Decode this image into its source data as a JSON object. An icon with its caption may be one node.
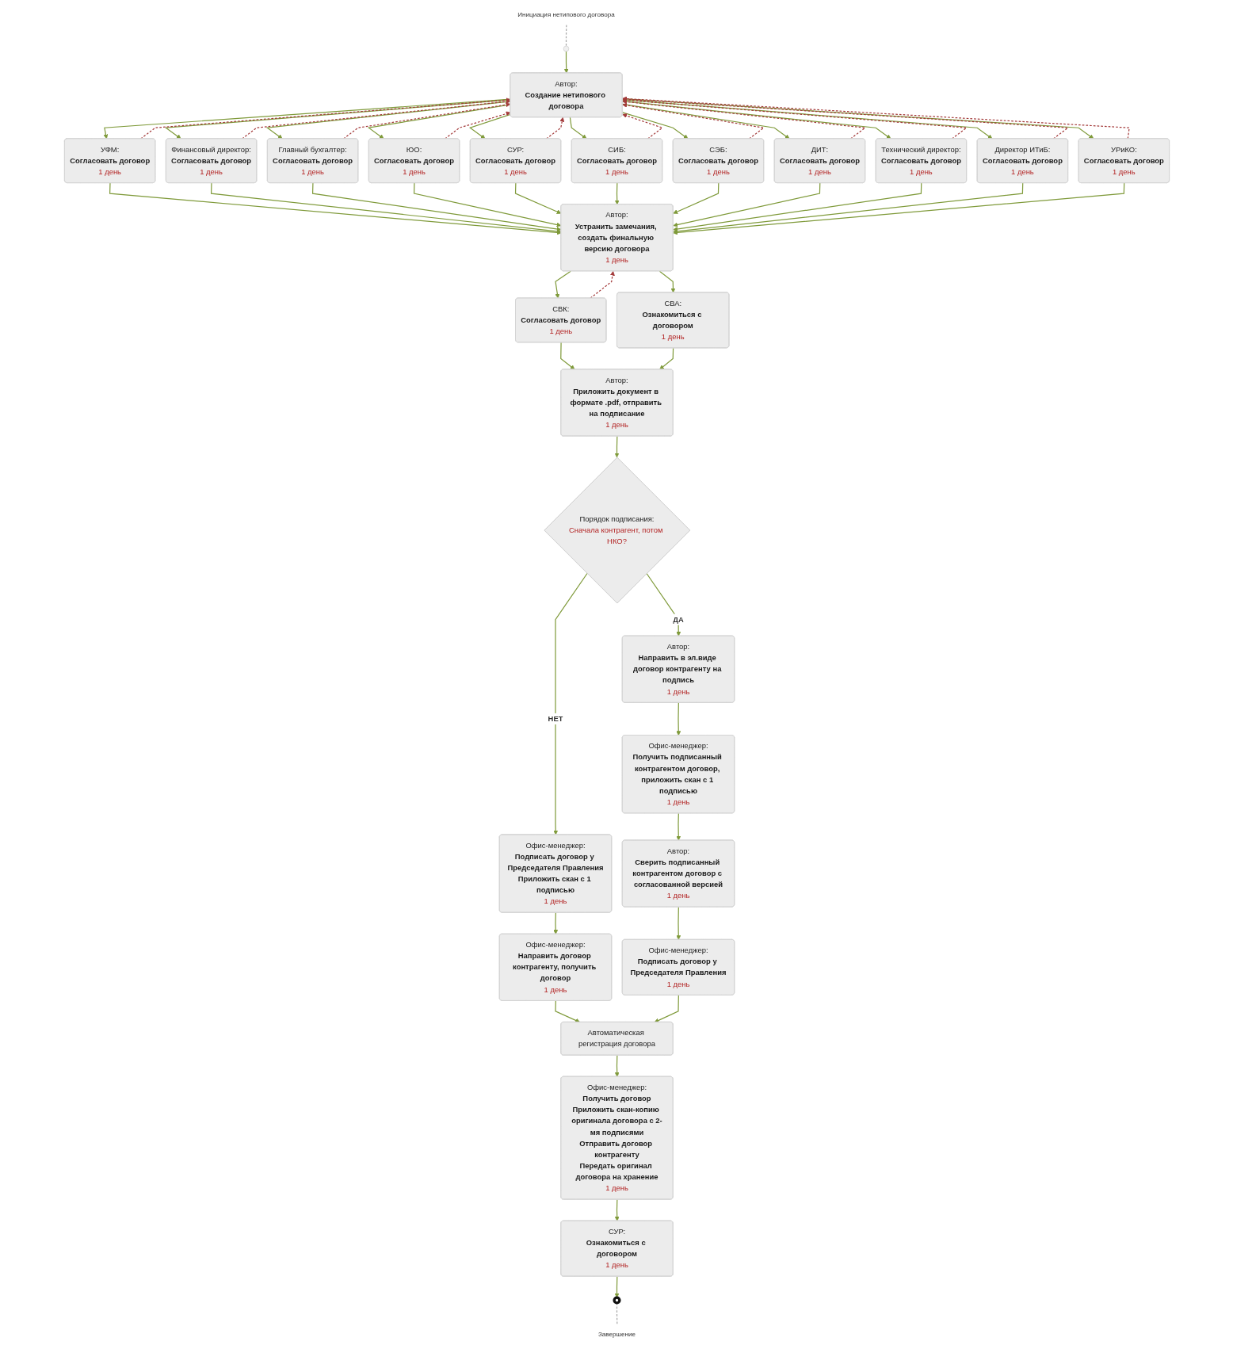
{
  "diagram": {
    "nodes": [
      {
        "text": [],
        "shape": "circle"
      },
      {
        "text": [
          "Инициация нетипового договора"
        ]
      },
      {
        "text": [
          "Автор:",
          "Создание нетипового договора"
        ]
      },
      {
        "text": [
          "УФМ:",
          "Согласовать договор",
          "1 день"
        ]
      },
      {
        "text": [
          "Финансовый директор:",
          "Согласовать договор",
          "1 день"
        ]
      },
      {
        "text": [
          "Главный бухгалтер:",
          "Согласовать договор",
          "1 день"
        ]
      },
      {
        "text": [
          "ЮО:",
          "Согласовать договор",
          "1 день"
        ]
      },
      {
        "text": [
          "СУР:",
          "Согласовать договор",
          "1 день"
        ]
      },
      {
        "text": [
          "СИБ:",
          "Согласовать договор",
          "1 день"
        ]
      },
      {
        "text": [
          "СЭБ:",
          "Согласовать договор",
          "1 день"
        ]
      },
      {
        "text": [
          "ДИТ:",
          "Согласовать договор",
          "1 день"
        ]
      },
      {
        "text": [
          "Технический директор:",
          "Согласовать договор",
          "1 день"
        ]
      },
      {
        "text": [
          "Директор ИТиБ:",
          "Согласовать договор",
          "1 день"
        ]
      },
      {
        "text": [
          "УРиКО:",
          "Согласовать договор",
          "1 день"
        ]
      },
      {
        "text": [
          "Автор:",
          "Устранить замечания, создать финальную версию договора",
          "1 день"
        ]
      },
      {
        "text": [
          "СВК:",
          "Согласовать договор",
          "1 день"
        ]
      },
      {
        "text": [
          "СВА:",
          "Ознакомиться с договором",
          "1 день"
        ]
      },
      {
        "text": [
          "Автор:",
          "Приложить документ в формате .pdf, отправить на подписание",
          "1 день"
        ]
      },
      {
        "text": [
          "Порядок подписания:",
          "Сначала контрагент, потом НКО?"
        ]
      },
      {
        "text": [
          "Офис-менеджер:",
          "Подписать договор у Председателя Правления",
          "Приложить скан с 1 подписью",
          "1 день"
        ]
      },
      {
        "text": [
          "Офис-менеджер:",
          "Направить договор контрагенту, получить договор",
          "1 день"
        ]
      },
      {
        "text": [
          "Автор:",
          "Направить в эл.виде договор контрагенту на подпись",
          "1 день"
        ]
      },
      {
        "text": [
          "Офис-менеджер:",
          "Получить подписанный контрагентом договор, приложить скан с 1 подписью",
          "1 день"
        ]
      },
      {
        "text": [
          "Автор:",
          "Сверить подписанный контрагентом договор с согласованной версией",
          "1 день"
        ]
      },
      {
        "text": [
          "Офис-менеджер:",
          "Подписать договор у Председателя Правления",
          "1 день"
        ]
      },
      {
        "text": [
          "Автоматическая регистрация договора"
        ]
      },
      {
        "text": [
          "Офис-менеджер:",
          "Получить договор",
          "Приложить скан-копию оригинала договора с 2-мя подписями",
          "Отправить договор контрагенту",
          "Передать оригинал договора на хранение",
          "1 день"
        ]
      },
      {
        "text": [
          "СУР:",
          "Ознакомиться с договором",
          "1 день"
        ]
      },
      {
        "text": [],
        "shape": "circle"
      },
      {
        "text": [
          "Завершение"
        ]
      }
    ],
    "edges": [
      {
        "from": 0,
        "to": 2,
        "arrow": "to"
      },
      {
        "from": 1,
        "to": 0,
        "arrow": "none",
        "style": "dashed",
        "color": "#a6a6a6"
      },
      {
        "from": 2,
        "to": 3,
        "arrow": "to"
      },
      {
        "from": 2,
        "to": 4,
        "arrow": "to"
      },
      {
        "from": 2,
        "to": 5,
        "arrow": "to"
      },
      {
        "from": 2,
        "to": 6,
        "arrow": "to"
      },
      {
        "from": 2,
        "to": 7,
        "arrow": "to"
      },
      {
        "from": 2,
        "to": 8,
        "arrow": "to"
      },
      {
        "from": 2,
        "to": 9,
        "arrow": "to"
      },
      {
        "from": 2,
        "to": 10,
        "arrow": "to"
      },
      {
        "from": 2,
        "to": 11,
        "arrow": "to"
      },
      {
        "from": 2,
        "to": 12,
        "arrow": "to"
      },
      {
        "from": 2,
        "to": 13,
        "arrow": "to"
      },
      {
        "from": 3,
        "to": 2,
        "arrow": "to",
        "style": "dashed",
        "color": "#a33a3a"
      },
      {
        "from": 4,
        "to": 2,
        "arrow": "to",
        "style": "dashed",
        "color": "#a33a3a"
      },
      {
        "from": 5,
        "to": 2,
        "arrow": "to",
        "style": "dashed",
        "color": "#a33a3a"
      },
      {
        "from": 6,
        "to": 2,
        "arrow": "to",
        "style": "dashed",
        "color": "#a33a3a"
      },
      {
        "from": 7,
        "to": 2,
        "arrow": "to",
        "style": "dashed",
        "color": "#a33a3a"
      },
      {
        "from": 8,
        "to": 2,
        "arrow": "to",
        "style": "dashed",
        "color": "#a33a3a"
      },
      {
        "from": 9,
        "to": 2,
        "arrow": "to",
        "style": "dashed",
        "color": "#a33a3a"
      },
      {
        "from": 10,
        "to": 2,
        "arrow": "to",
        "style": "dashed",
        "color": "#a33a3a"
      },
      {
        "from": 11,
        "to": 2,
        "arrow": "to",
        "style": "dashed",
        "color": "#a33a3a"
      },
      {
        "from": 12,
        "to": 2,
        "arrow": "to",
        "style": "dashed",
        "color": "#a33a3a"
      },
      {
        "from": 13,
        "to": 2,
        "arrow": "to",
        "style": "dashed",
        "color": "#a33a3a"
      },
      {
        "from": 3,
        "to": 14,
        "arrow": "to"
      },
      {
        "from": 4,
        "to": 14,
        "arrow": "to"
      },
      {
        "from": 5,
        "to": 14,
        "arrow": "to"
      },
      {
        "from": 6,
        "to": 14,
        "arrow": "to"
      },
      {
        "from": 7,
        "to": 14,
        "arrow": "to"
      },
      {
        "from": 8,
        "to": 14,
        "arrow": "to"
      },
      {
        "from": 9,
        "to": 14,
        "arrow": "to"
      },
      {
        "from": 10,
        "to": 14,
        "arrow": "to"
      },
      {
        "from": 11,
        "to": 14,
        "arrow": "to"
      },
      {
        "from": 12,
        "to": 14,
        "arrow": "to"
      },
      {
        "from": 13,
        "to": 14,
        "arrow": "to"
      },
      {
        "from": 14,
        "to": 15,
        "arrow": "to"
      },
      {
        "from": 14,
        "to": 16,
        "arrow": "to"
      },
      {
        "from": 15,
        "to": 14,
        "arrow": "to",
        "style": "dashed",
        "color": "#a33a3a"
      },
      {
        "from": 15,
        "to": 17,
        "arrow": "to"
      },
      {
        "from": 16,
        "to": 17,
        "arrow": "to"
      },
      {
        "from": 17,
        "to": 18,
        "arrow": "to"
      },
      {
        "from": 18,
        "to": 19,
        "arrow": "to",
        "label": "НЕТ"
      },
      {
        "from": 18,
        "to": 21,
        "arrow": "to",
        "label": "ДА"
      },
      {
        "from": 19,
        "to": 20,
        "arrow": "to"
      },
      {
        "from": 21,
        "to": 22,
        "arrow": "to"
      },
      {
        "from": 22,
        "to": 23,
        "arrow": "to"
      },
      {
        "from": 23,
        "to": 24,
        "arrow": "to"
      },
      {
        "from": 20,
        "to": 25,
        "arrow": "to"
      },
      {
        "from": 24,
        "to": 25,
        "arrow": "to"
      },
      {
        "from": 25,
        "to": 26,
        "arrow": "to"
      },
      {
        "from": 26,
        "to": 27,
        "arrow": "to"
      },
      {
        "from": 27,
        "to": 28,
        "arrow": "to"
      },
      {
        "from": 28,
        "to": 29,
        "arrow": "none",
        "style": "dashed",
        "color": "#a6a6a6"
      }
    ]
  }
}
